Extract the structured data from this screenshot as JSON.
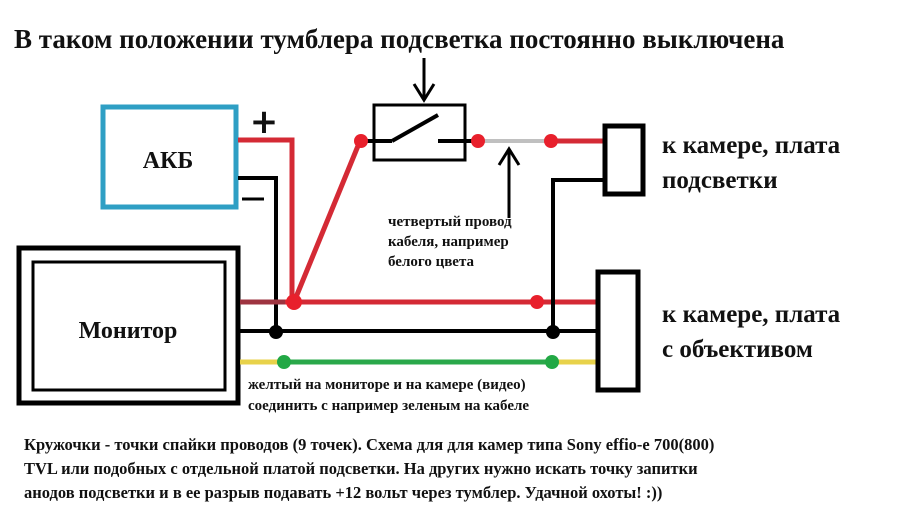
{
  "title": "В таком положении тумблера подсветка постоянно выключена",
  "battery": {
    "label": "АКБ",
    "plus_sign": "+",
    "minus_sign": "−",
    "border_color": "#2e9fc4"
  },
  "monitor": {
    "label": "Монитор"
  },
  "switch": {
    "name": "тумблер",
    "state": "off"
  },
  "camera_backlight_board": {
    "label_lines": [
      "к камере, плата",
      "подсветки"
    ]
  },
  "camera_lens_board": {
    "label_lines": [
      "к камере, плата",
      "с объективом"
    ]
  },
  "white_wire_note": {
    "lines": [
      "четвертый провод",
      "кабеля, например",
      "белого цвета"
    ]
  },
  "video_note": {
    "lines": [
      "желтый на мониторе и на камере (видео)",
      "соединить с например зеленым на кабеле"
    ]
  },
  "footer": {
    "lines": [
      "Кружочки - точки спайки проводов (9 точек). Схема для для камер типа Sony effio-e 700(800)",
      "TVL или подобных с отдельной платой подсветки. На других нужно искать точку запитки",
      "анодов подсветки и в ее разрыв подавать +12 вольт через тумблер. Удачной охоты! :))"
    ]
  },
  "solder_points_count": 9,
  "colors": {
    "positive_wire": "#d42a35",
    "negative_wire": "#000000",
    "white_wire": "#c0c0c0",
    "yellow_wire": "#e8d24a",
    "green_wire": "#2aa84a",
    "red_dot": "#e8202c",
    "green_dot": "#22a845",
    "black_dot": "#000000"
  }
}
